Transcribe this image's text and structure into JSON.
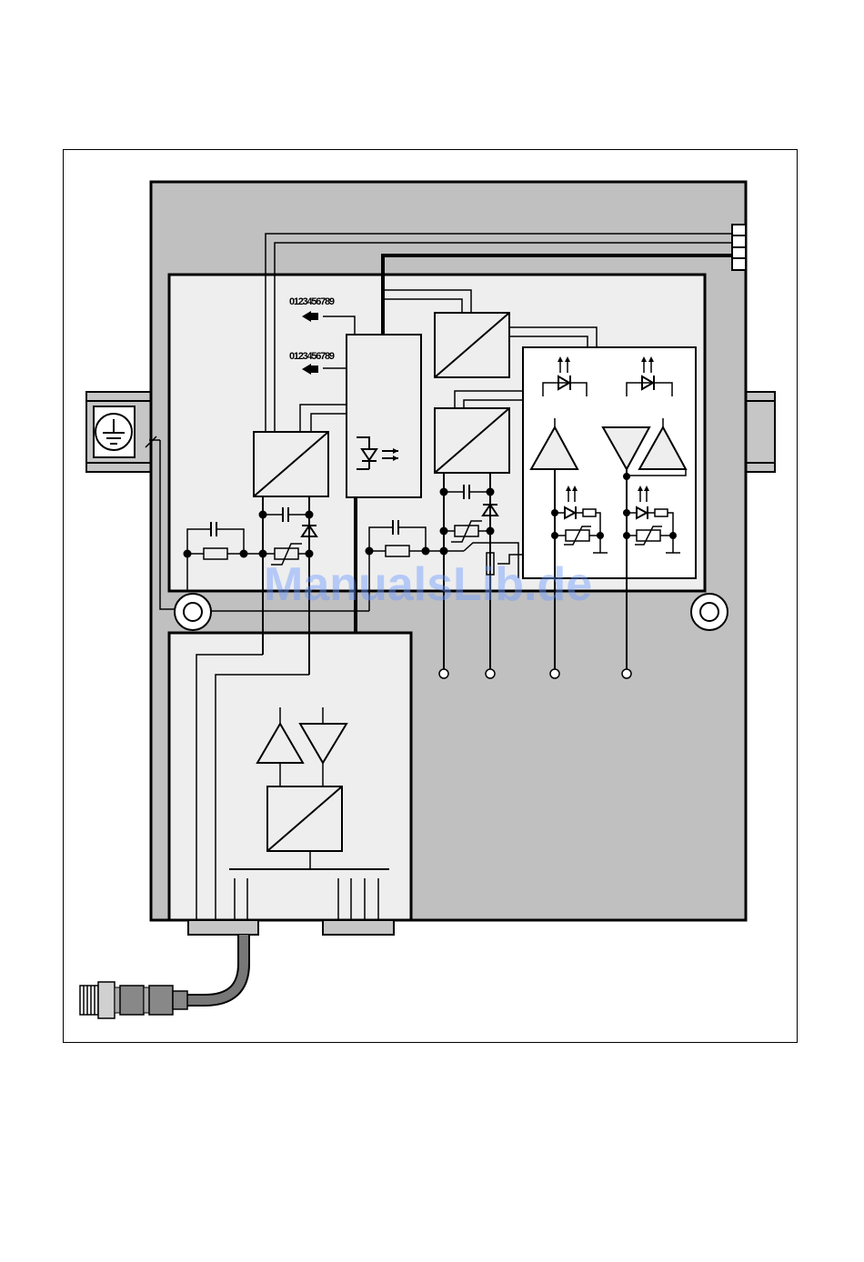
{
  "rotary_switches": [
    {
      "digits": "0123456789"
    },
    {
      "digits": "0123456789"
    }
  ],
  "watermark": {
    "text": "ManualsLib.de"
  }
}
